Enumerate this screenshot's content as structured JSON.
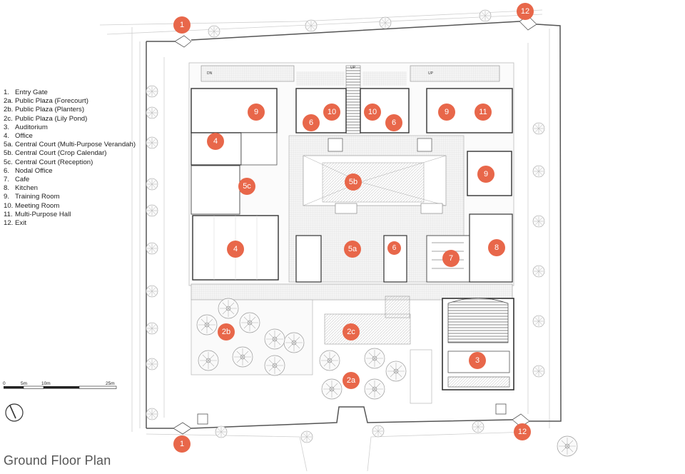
{
  "title": "Ground Floor Plan",
  "accent_color": "#e8674a",
  "legend": [
    {
      "key": "1.",
      "text": "Entry Gate"
    },
    {
      "key": "2a.",
      "text": "Public Plaza (Forecourt)"
    },
    {
      "key": "2b.",
      "text": "Public Plaza (Planters)"
    },
    {
      "key": "2c.",
      "text": "Public Plaza (Lily Pond)"
    },
    {
      "key": "3.",
      "text": "Auditorium"
    },
    {
      "key": "4.",
      "text": "Office"
    },
    {
      "key": "5a.",
      "text": "Central Court (Multi-Purpose Verandah)"
    },
    {
      "key": "5b.",
      "text": "Central Court (Crop Calendar)"
    },
    {
      "key": "5c.",
      "text": "Central Court (Reception)"
    },
    {
      "key": "6.",
      "text": "Nodal Office"
    },
    {
      "key": "7.",
      "text": "Cafe"
    },
    {
      "key": "8.",
      "text": "Kitchen"
    },
    {
      "key": "9.",
      "text": "Training Room"
    },
    {
      "key": "10.",
      "text": "Meeting Room"
    },
    {
      "key": "11.",
      "text": "Multi-Purpose Hall"
    },
    {
      "key": "12.",
      "text": "Exit"
    }
  ],
  "scale_bar": {
    "labels": [
      "0",
      "5m",
      "10m",
      "25m"
    ]
  },
  "markers": [
    "1",
    "12",
    "9",
    "10",
    "10",
    "9",
    "11",
    "6",
    "6",
    "4",
    "9",
    "5b",
    "5c",
    "4",
    "5a",
    "6",
    "7",
    "8",
    "2b",
    "2c",
    "3",
    "2a",
    "1",
    "12"
  ],
  "plan_text": {
    "up": "UP",
    "dn": "DN"
  }
}
